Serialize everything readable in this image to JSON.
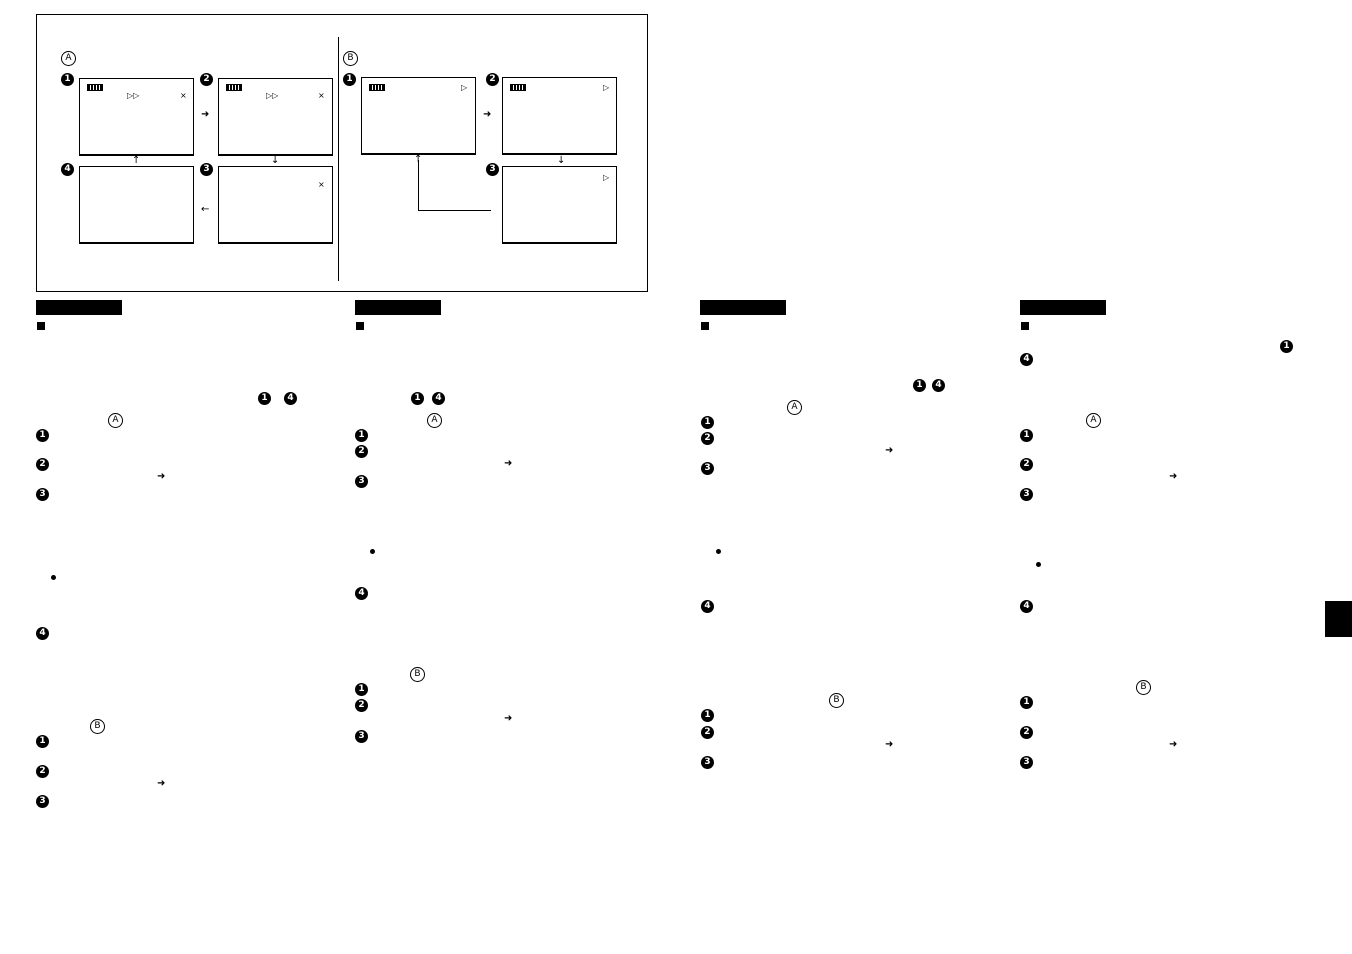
{
  "figure": {
    "panels": [
      {
        "label": "A",
        "screens": [
          {
            "num": "1",
            "battery": "battery-icon",
            "symbol": "▷▷",
            "mark": "×"
          },
          {
            "num": "2",
            "battery": "battery-icon",
            "symbol": "▷▷",
            "mark": "×"
          },
          {
            "num": "3",
            "mark": "×"
          },
          {
            "num": "4"
          }
        ]
      },
      {
        "label": "B",
        "screens": [
          {
            "num": "1",
            "battery": "battery-icon",
            "mark": "▷"
          },
          {
            "num": "2",
            "battery": "battery-icon",
            "mark": "▷"
          },
          {
            "num": "3",
            "mark": "▷"
          }
        ]
      }
    ],
    "arrows": {
      "right": "➜",
      "down": "↓",
      "up": "↑",
      "left": "←"
    }
  },
  "columns": [
    {
      "header": "",
      "markers": [
        "1",
        "4",
        "A",
        "1",
        "2",
        "3",
        "4",
        "B",
        "1",
        "2",
        "3"
      ]
    },
    {
      "header": "",
      "markers": [
        "1",
        "4",
        "A",
        "1",
        "2",
        "3",
        "4",
        "B",
        "1",
        "2",
        "3"
      ]
    },
    {
      "header": "",
      "markers": [
        "1",
        "4",
        "A",
        "1",
        "2",
        "3",
        "4",
        "B",
        "1",
        "2",
        "3"
      ]
    },
    {
      "header": "",
      "markers": [
        "1",
        "4",
        "A",
        "1",
        "2",
        "3",
        "4",
        "B",
        "1",
        "2",
        "3"
      ]
    }
  ],
  "glyphs": {
    "arrow": "➜"
  }
}
